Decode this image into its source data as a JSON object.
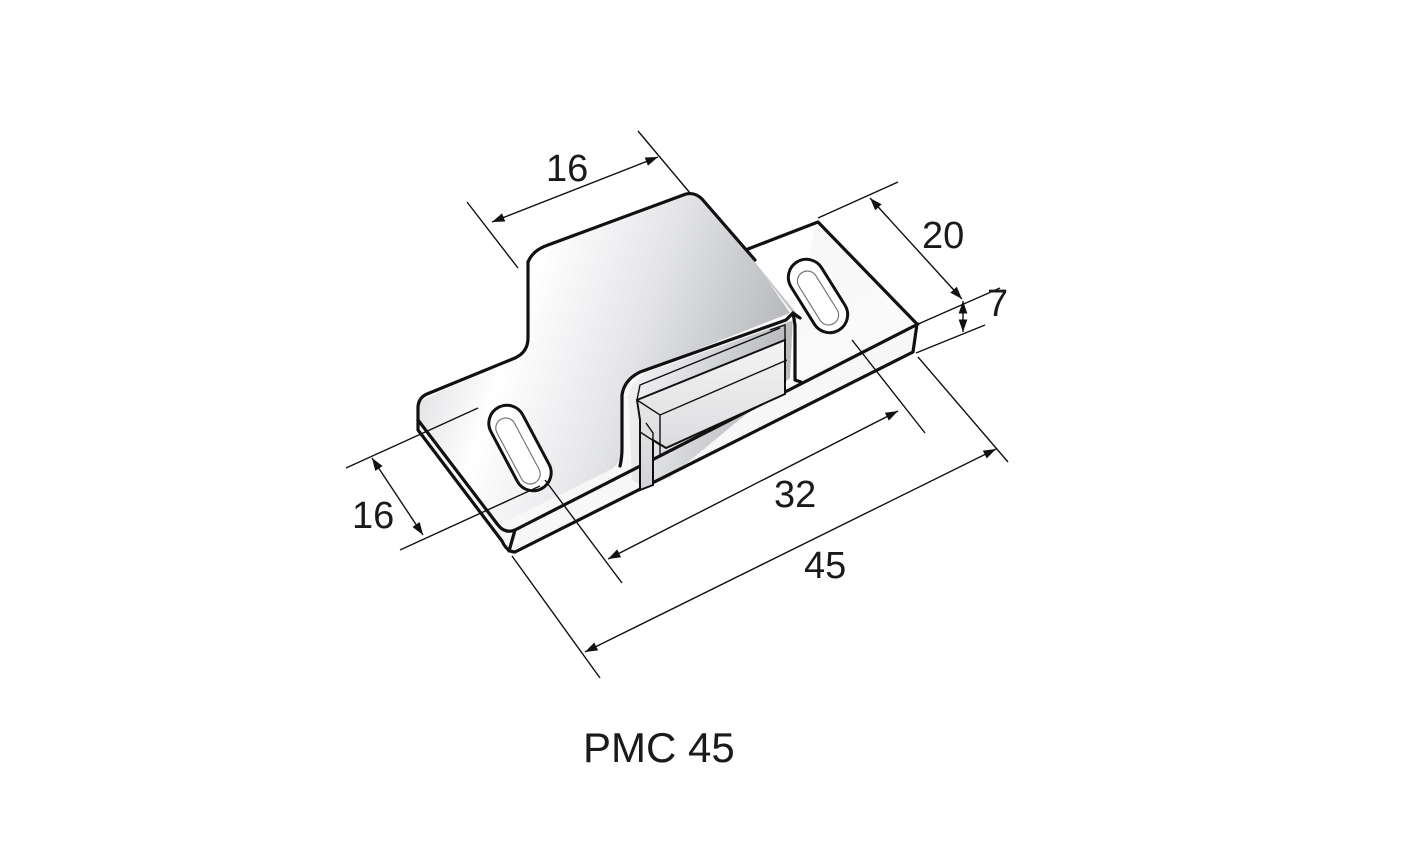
{
  "drawing": {
    "dimensions": {
      "top_width": "16",
      "side_depth": "20",
      "thickness": "7",
      "base_width": "16",
      "hole_spacing": "32",
      "overall_length": "45"
    },
    "caption": "PMC 45"
  }
}
